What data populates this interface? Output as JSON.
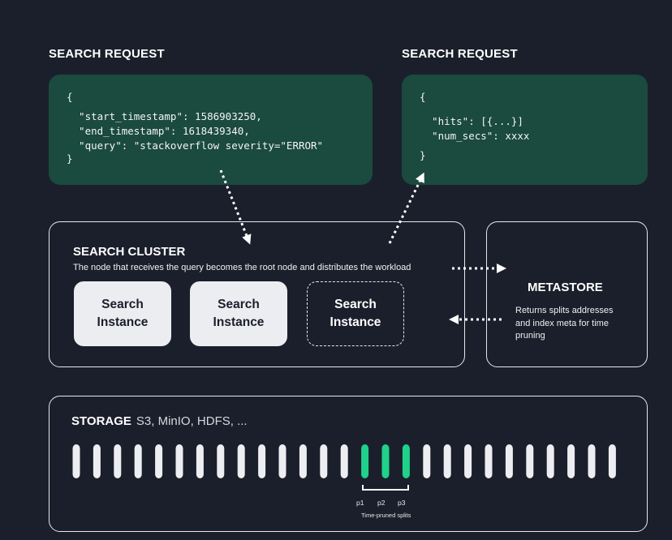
{
  "request": {
    "heading": "SEARCH REQUEST",
    "lines": [
      "{",
      "  \"start_timestamp\": 1586903250,",
      "  \"end_timestamp\": 1618439340,",
      "  \"query\": \"stackoverflow severity=\"ERROR\"",
      "}"
    ]
  },
  "response": {
    "heading": "SEARCH REQUEST",
    "lines": [
      "{",
      "  \"hits\": [{...}]",
      "  \"num_secs\": xxxx",
      "}"
    ]
  },
  "cluster": {
    "title": "SEARCH CLUSTER",
    "subtitle": "The  node that receives the query becomes the root node and distributes the workload",
    "instances": [
      "Search\nInstance",
      "Search\nInstance",
      "Search\nInstance"
    ]
  },
  "metastore": {
    "title": "METASTORE",
    "description": "Returns splits addresses and index meta for time pruning"
  },
  "storage": {
    "title": "STORAGE",
    "subtitle": "S3, MinIO, HDFS, ...",
    "split_count": 27,
    "highlighted_splits": [
      14,
      15,
      16
    ],
    "split_labels": [
      "p1",
      "p2",
      "p3"
    ],
    "bracket_caption": "Time-pruned splits",
    "colors": {
      "split": "#eceef2",
      "highlight": "#1fd18a"
    }
  }
}
